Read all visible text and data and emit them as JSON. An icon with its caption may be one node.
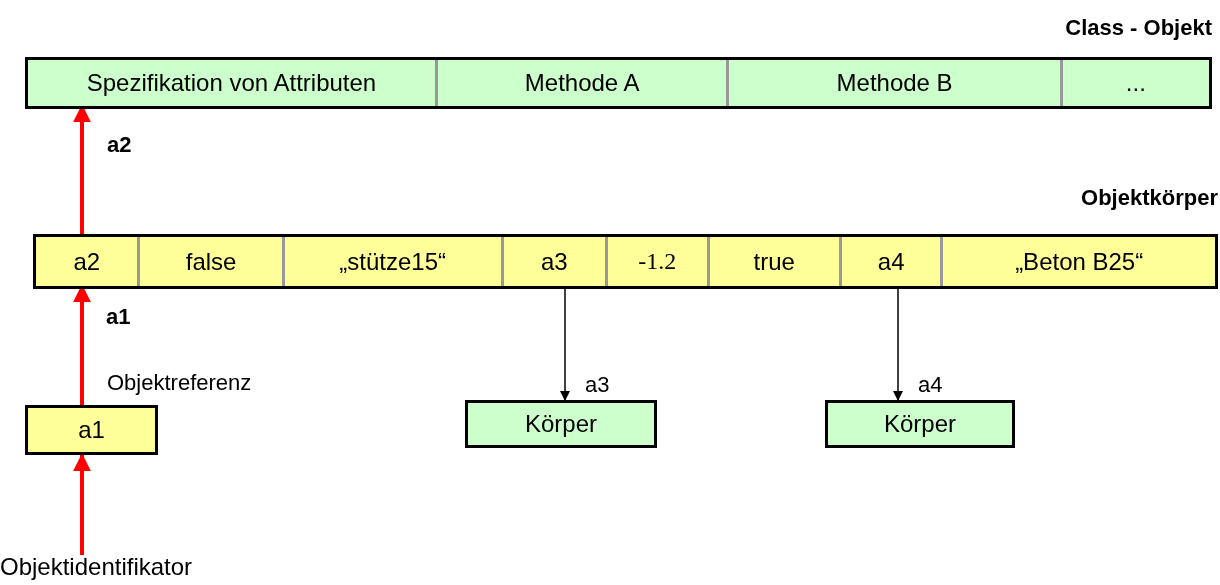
{
  "diagram": {
    "nodes": [
      {
        "text": [
          "Class - Objekt"
        ]
      },
      {
        "text": [
          "Spezifikation von Attributen"
        ],
        "in": 0
      },
      {
        "text": [
          "Methode A"
        ],
        "in": 0
      },
      {
        "text": [
          "Methode B"
        ],
        "in": 0
      },
      {
        "text": [
          "..."
        ],
        "in": 0
      },
      {
        "text": [
          "Objektkörper"
        ]
      },
      {
        "text": [
          "a2"
        ],
        "in": 5
      },
      {
        "text": [
          "false"
        ],
        "in": 5
      },
      {
        "text": [
          "„stütze15“"
        ],
        "in": 5
      },
      {
        "text": [
          "a3"
        ],
        "in": 5
      },
      {
        "text": [
          "-1.2"
        ],
        "in": 5
      },
      {
        "text": [
          "true"
        ],
        "in": 5
      },
      {
        "text": [
          "a4"
        ],
        "in": 5
      },
      {
        "text": [
          "„Beton B25“"
        ],
        "in": 5
      },
      {
        "text": [
          "a1"
        ],
        "beside": [
          "Objektreferenz"
        ]
      },
      {
        "text": [
          "Körper"
        ]
      },
      {
        "text": [
          "Körper"
        ]
      },
      {
        "text": [
          "Objektidentifikator"
        ]
      }
    ],
    "edges": [
      {
        "from": 17,
        "to": 14,
        "arrow": "to"
      },
      {
        "from": 14,
        "to": 6,
        "arrow": "to",
        "label": "a1"
      },
      {
        "from": 6,
        "to": 1,
        "arrow": "to",
        "label": "a2"
      },
      {
        "from": 9,
        "to": 15,
        "arrow": "to",
        "label": "a3",
        "color": "#000000"
      },
      {
        "from": 12,
        "to": 16,
        "arrow": "to",
        "label": "a4",
        "color": "#000000"
      }
    ]
  }
}
